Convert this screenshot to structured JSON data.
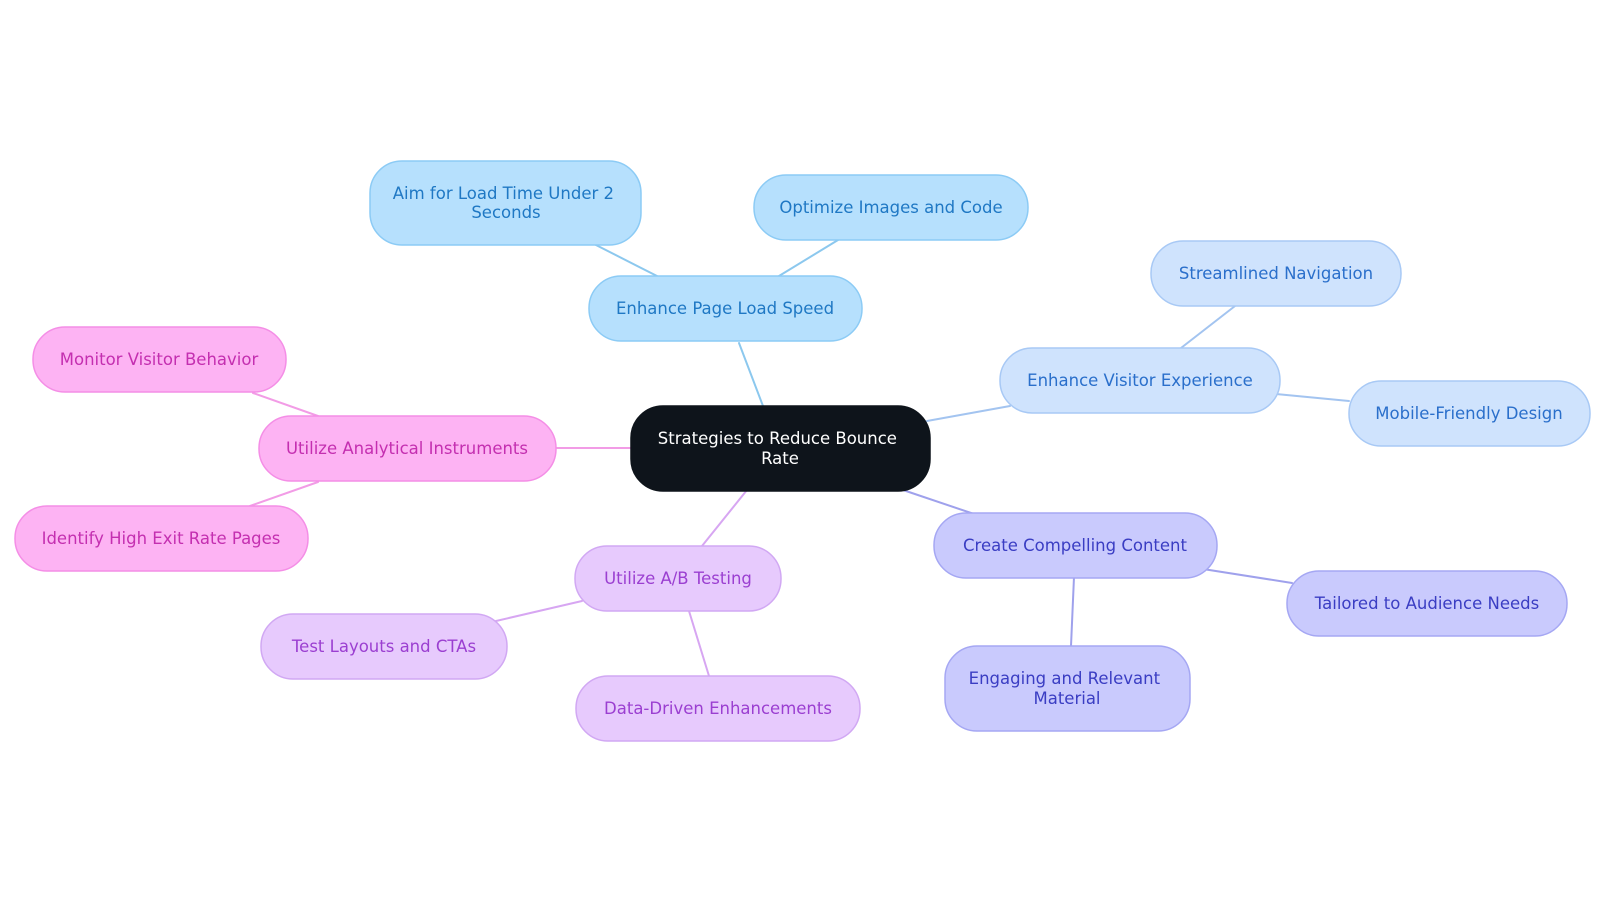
{
  "diagram": {
    "type": "mindmap",
    "root": {
      "id": "root",
      "lines": [
        "Strategies to Reduce Bounce",
        "Rate"
      ]
    },
    "branches": [
      {
        "id": "speed",
        "lines": [
          "Enhance Page Load Speed"
        ],
        "color_fill": "#b6e0fd",
        "color_text": "#1f78c4",
        "children": [
          {
            "id": "speed-1",
            "lines": [
              "Aim for Load Time Under 2",
              "Seconds"
            ]
          },
          {
            "id": "speed-2",
            "lines": [
              "Optimize Images and Code"
            ]
          }
        ]
      },
      {
        "id": "experience",
        "lines": [
          "Enhance Visitor Experience"
        ],
        "color_fill": "#cfe3fd",
        "color_text": "#2a6fcb",
        "children": [
          {
            "id": "experience-1",
            "lines": [
              "Streamlined Navigation"
            ]
          },
          {
            "id": "experience-2",
            "lines": [
              "Mobile-Friendly Design"
            ]
          }
        ]
      },
      {
        "id": "content",
        "lines": [
          "Create Compelling Content"
        ],
        "color_fill": "#c9cafd",
        "color_text": "#3a3dc3",
        "children": [
          {
            "id": "content-1",
            "lines": [
              "Tailored to Audience Needs"
            ]
          },
          {
            "id": "content-2",
            "lines": [
              "Engaging and Relevant",
              "Material"
            ]
          }
        ]
      },
      {
        "id": "ab",
        "lines": [
          "Utilize A/B Testing"
        ],
        "color_fill": "#e7cafd",
        "color_text": "#9b3fd1",
        "children": [
          {
            "id": "ab-1",
            "lines": [
              "Test Layouts and CTAs"
            ]
          },
          {
            "id": "ab-2",
            "lines": [
              "Data-Driven Enhancements"
            ]
          }
        ]
      },
      {
        "id": "analytics",
        "lines": [
          "Utilize Analytical Instruments"
        ],
        "color_fill": "#fdb3f3",
        "color_text": "#c42fb0",
        "children": [
          {
            "id": "analytics-1",
            "lines": [
              "Monitor Visitor Behavior"
            ]
          },
          {
            "id": "analytics-2",
            "lines": [
              "Identify High Exit Rate Pages"
            ]
          }
        ]
      }
    ]
  }
}
